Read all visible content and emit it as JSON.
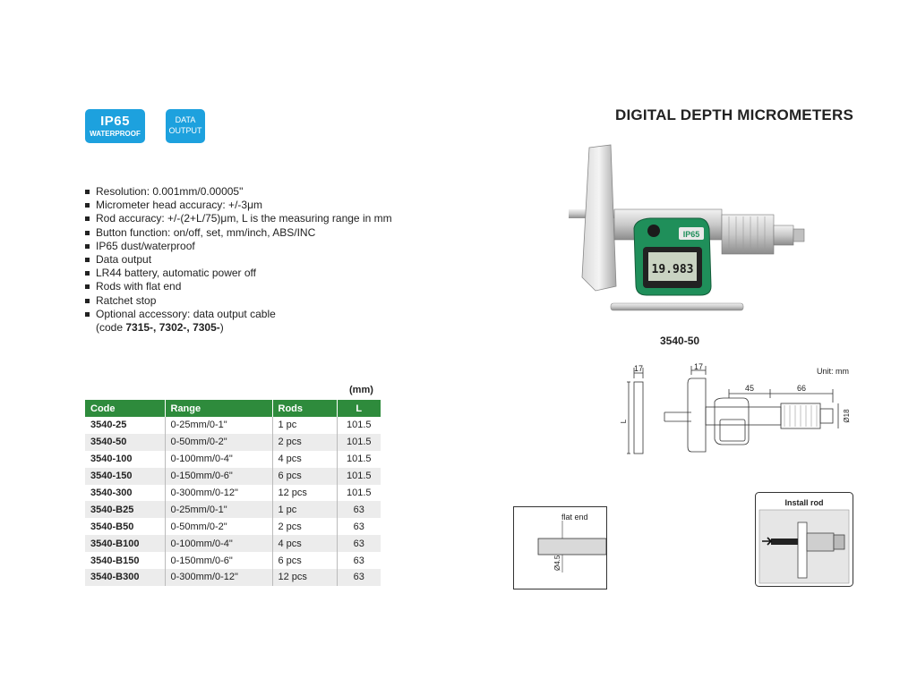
{
  "badges": {
    "ip_main": "IP65",
    "ip_sub": "WATERPROOF",
    "data_line1": "DATA",
    "data_line2": "OUTPUT"
  },
  "title": "DIGITAL DEPTH MICROMETERS",
  "features": [
    "Resolution: 0.001mm/0.00005\"",
    "Micrometer head accuracy: +/-3μm",
    "Rod accuracy: +/-(2+L/75)μm, L is the measuring range in mm",
    "Button function: on/off, set, mm/inch, ABS/INC",
    "IP65 dust/waterproof",
    "Data output",
    "LR44 battery, automatic power off",
    "Rods with flat end",
    "Ratchet stop",
    "Optional accessory: data output cable"
  ],
  "feature_cont_prefix": "(code ",
  "feature_cont_codes": "7315-, 7302-, 7305-",
  "feature_cont_suffix": ")",
  "table": {
    "unit": "(mm)",
    "headers": [
      "Code",
      "Range",
      "Rods",
      "L"
    ],
    "rows": [
      [
        "3540-25",
        "0-25mm/0-1\"",
        "1 pc",
        "101.5"
      ],
      [
        "3540-50",
        "0-50mm/0-2\"",
        "2 pcs",
        "101.5"
      ],
      [
        "3540-100",
        "0-100mm/0-4\"",
        "4 pcs",
        "101.5"
      ],
      [
        "3540-150",
        "0-150mm/0-6\"",
        "6 pcs",
        "101.5"
      ],
      [
        "3540-300",
        "0-300mm/0-12\"",
        "12 pcs",
        "101.5"
      ],
      [
        "3540-B25",
        "0-25mm/0-1\"",
        "1 pc",
        "63"
      ],
      [
        "3540-B50",
        "0-50mm/0-2\"",
        "2 pcs",
        "63"
      ],
      [
        "3540-B100",
        "0-100mm/0-4\"",
        "4 pcs",
        "63"
      ],
      [
        "3540-B150",
        "0-150mm/0-6\"",
        "6 pcs",
        "63"
      ],
      [
        "3540-B300",
        "0-300mm/0-12\"",
        "12 pcs",
        "63"
      ]
    ]
  },
  "product_photo": {
    "caption": "3540-50",
    "display_brand": "IP65",
    "display_reading": "19.983"
  },
  "drawing": {
    "unit": "Unit: mm",
    "dim_17a": "17",
    "dim_17b": "17",
    "dim_45": "45",
    "dim_66": "66",
    "dim_d18": "Ø18",
    "dim_L": "L"
  },
  "flat_end": {
    "label": "flat end",
    "dim": "Ø4.5"
  },
  "install": {
    "label": "Install rod"
  },
  "colors": {
    "badge_blue": "#1da1de",
    "table_header_green": "#2e8b3c",
    "display_green": "#1f8f5a"
  }
}
